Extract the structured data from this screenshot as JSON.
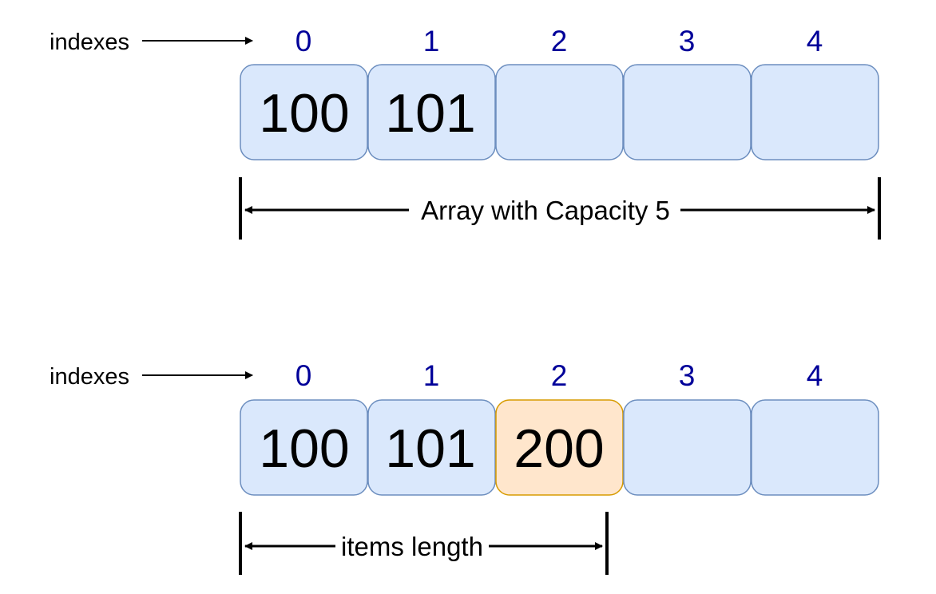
{
  "colors": {
    "cell_fill": "#dae8fc",
    "cell_stroke": "#6c8ebf",
    "highlight_fill": "#ffe6cc",
    "highlight_stroke": "#d79b00",
    "index_text": "#000099"
  },
  "top_array": {
    "indexes_label": "indexes",
    "indexes": [
      "0",
      "1",
      "2",
      "3",
      "4"
    ],
    "cells": [
      "100",
      "101",
      "",
      "",
      ""
    ],
    "capacity_label": "Array with Capacity 5"
  },
  "bottom_array": {
    "indexes_label": "indexes",
    "indexes": [
      "0",
      "1",
      "2",
      "3",
      "4"
    ],
    "cells": [
      "100",
      "101",
      "200",
      "",
      ""
    ],
    "highlighted_index": 2,
    "length_label": "items length"
  }
}
